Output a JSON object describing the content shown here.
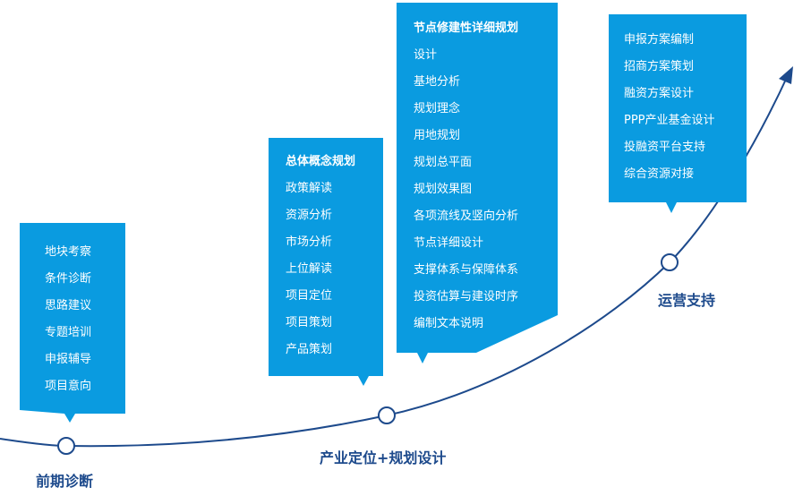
{
  "colors": {
    "box_fill": "#0a9be0",
    "curve": "#1d4a8c"
  },
  "stages": [
    {
      "label": "前期诊断",
      "items": [
        "地块考察",
        "条件诊断",
        "思路建议",
        "专题培训",
        "申报辅导",
        "项目意向"
      ]
    },
    {
      "label": "产业定位+规划设计",
      "items": [
        "总体概念规划",
        "政策解读",
        "资源分析",
        "市场分析",
        "上位解读",
        "项目定位",
        "项目策划",
        "产品策划"
      ]
    },
    {
      "label": "",
      "items": [
        "节点修建性详细规划",
        "设计",
        "基地分析",
        "规划理念",
        "用地规划",
        "规划总平面",
        "规划效果图",
        "各项流线及竖向分析",
        "节点详细设计",
        "支撑体系与保障体系",
        "投资估算与建设时序",
        "编制文本说明"
      ]
    },
    {
      "label": "运营支持",
      "items": [
        "申报方案编制",
        "招商方案策划",
        "融资方案设计",
        "PPP产业基金设计",
        "投融资平台支持",
        "综合资源对接"
      ]
    }
  ]
}
